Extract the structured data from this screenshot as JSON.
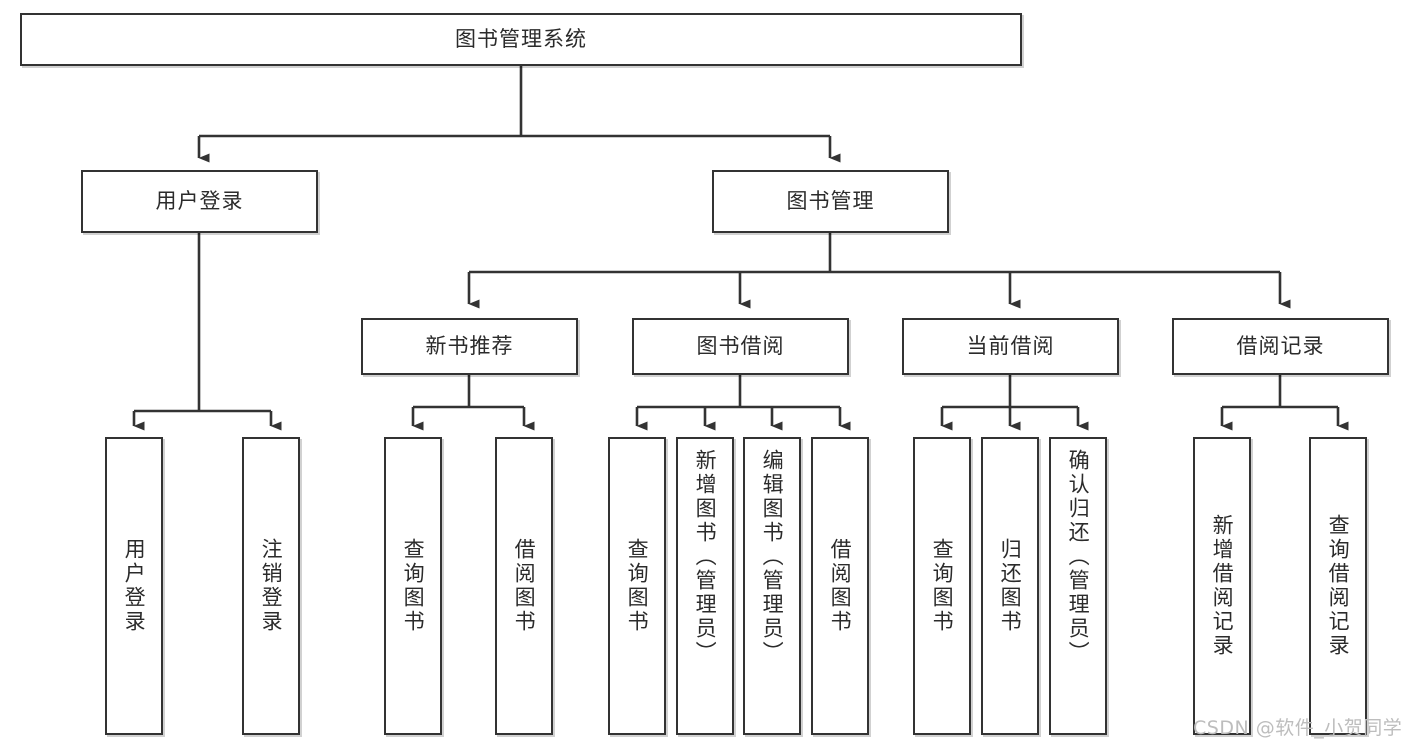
{
  "diagram": {
    "title": "图书管理系统",
    "type": "tree-hierarchy-chart",
    "colors": {
      "box_border": "#333333",
      "box_fill": "#ffffff",
      "connector": "#333333",
      "text": "#2b2b2b",
      "watermark": "#bdbdbd",
      "background": "#ffffff"
    },
    "watermark": "CSDN @软件_小贺同学",
    "nodes": {
      "root": {
        "label": "图书管理系统"
      },
      "level2": [
        {
          "id": "user-login",
          "label": "用户登录"
        },
        {
          "id": "book-manage",
          "label": "图书管理"
        }
      ],
      "level3": [
        {
          "id": "new-book-recommend",
          "label": "新书推荐"
        },
        {
          "id": "book-borrow",
          "label": "图书借阅"
        },
        {
          "id": "current-borrow",
          "label": "当前借阅"
        },
        {
          "id": "borrow-record",
          "label": "借阅记录"
        }
      ],
      "leaves": {
        "user-login": [
          {
            "id": "leaf-user-login",
            "label": "用户登录"
          },
          {
            "id": "leaf-logout-login",
            "label": "注销登录"
          }
        ],
        "new-book-recommend": [
          {
            "id": "leaf-query-book-1",
            "label": "查询图书"
          },
          {
            "id": "leaf-borrow-book-1",
            "label": "借阅图书"
          }
        ],
        "book-borrow": [
          {
            "id": "leaf-query-book-2",
            "label": "查询图书"
          },
          {
            "id": "leaf-add-book",
            "label": "新增图书（管理员）"
          },
          {
            "id": "leaf-edit-book",
            "label": "编辑图书（管理员）"
          },
          {
            "id": "leaf-borrow-book-2",
            "label": "借阅图书"
          }
        ],
        "current-borrow": [
          {
            "id": "leaf-query-book-3",
            "label": "查询图书"
          },
          {
            "id": "leaf-return-book",
            "label": "归还图书"
          },
          {
            "id": "leaf-confirm-return",
            "label": "确认归还（管理员）"
          }
        ],
        "borrow-record": [
          {
            "id": "leaf-add-record",
            "label": "新增借阅记录"
          },
          {
            "id": "leaf-query-record",
            "label": "查询借阅记录"
          }
        ]
      }
    }
  }
}
